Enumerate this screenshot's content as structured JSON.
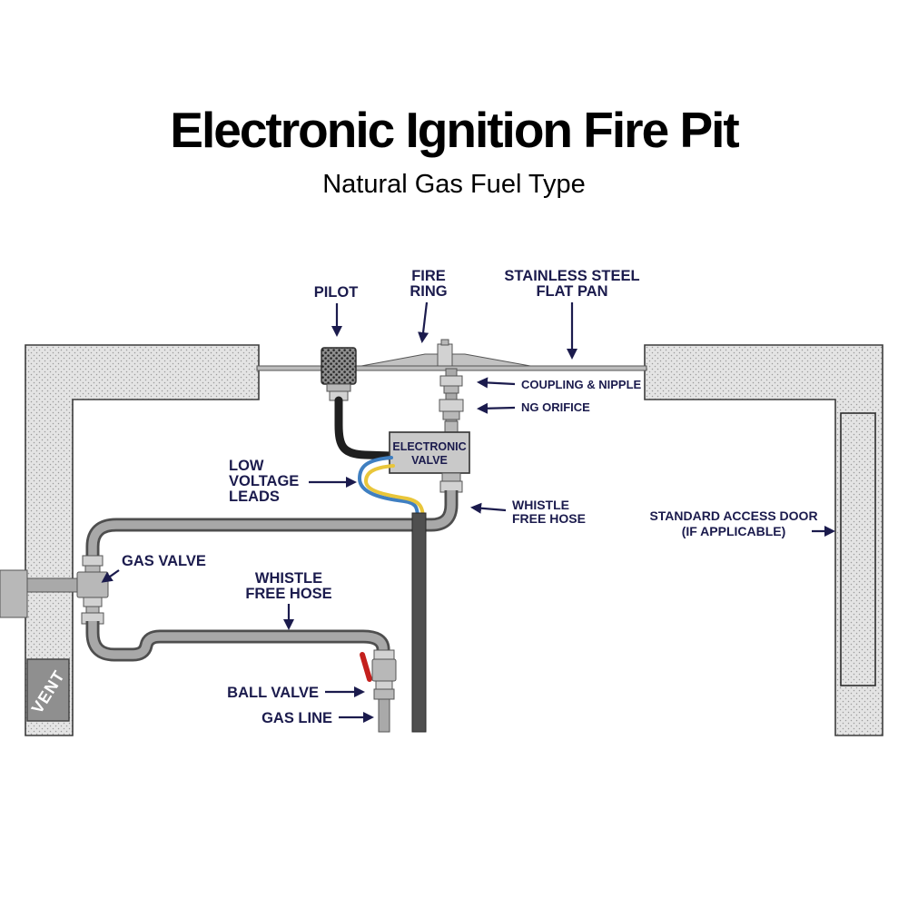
{
  "title": "Electronic Ignition Fire Pit",
  "subtitle": "Natural Gas Fuel Type",
  "valve_box": {
    "line1": "ELECTRONIC",
    "line2": "VALVE"
  },
  "callouts": {
    "pilot": [
      "PILOT"
    ],
    "fire_ring": [
      "FIRE",
      "RING"
    ],
    "flat_pan": [
      "STAINLESS STEEL",
      "FLAT PAN"
    ],
    "coupling": [
      "COUPLING & NIPPLE"
    ],
    "ng_orifice": [
      "NG ORIFICE"
    ],
    "low_voltage": [
      "LOW",
      "VOLTAGE",
      "LEADS"
    ],
    "whistle_hose_top": [
      "WHISTLE",
      "FREE HOSE"
    ],
    "access_door": [
      "STANDARD ACCESS DOOR",
      "(IF APPLICABLE)"
    ],
    "gas_valve": [
      "GAS VALVE"
    ],
    "whistle_hose_bottom": [
      "WHISTLE",
      "FREE HOSE"
    ],
    "ball_valve": [
      "BALL VALVE"
    ],
    "gas_line": [
      "GAS LINE"
    ],
    "vent": [
      "VENT"
    ]
  },
  "colors": {
    "title": "#000000",
    "label": "#1b1b4d",
    "wall_fill": "#e4e4e4",
    "wall_dot": "#9b9b9b",
    "pipe_gray": "#a9a9a9",
    "pipe_dark": "#4f4f4f",
    "valve_box": "#c9c9c9",
    "wire_blue": "#3f7fc1",
    "wire_yellow": "#e9c63a",
    "handle_red": "#c4201d",
    "vent_block": "#8f8f8f",
    "vent_text": "#ffffff"
  }
}
